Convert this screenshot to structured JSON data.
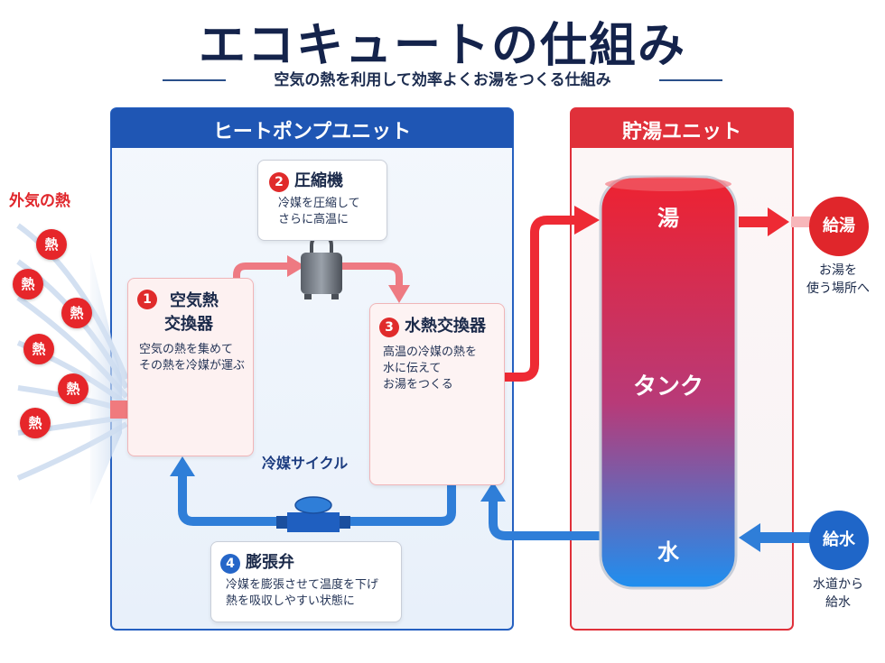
{
  "title": "エコキュートの仕組み",
  "subtitle": "空気の熱を利用して効率よくお湯をつくる仕組み",
  "outside_heat": {
    "label": "外気の熱",
    "badge": "熱"
  },
  "heat_pump": {
    "title": "ヒートポンプユニット",
    "cycle_label": "冷媒サイクル",
    "steps": [
      {
        "num": "1",
        "title_line1": "空気熱",
        "title_line2": "交換器",
        "desc_line1": "空気の熱を集めて",
        "desc_line2": "その熱を冷媒が運ぶ"
      },
      {
        "num": "2",
        "title": "圧縮機",
        "desc_line1": "冷媒を圧縮して",
        "desc_line2": "さらに高温に"
      },
      {
        "num": "3",
        "title": "水熱交換器",
        "desc_line1": "高温の冷媒の熱を",
        "desc_line2": "水に伝えて",
        "desc_line3": "お湯をつくる"
      },
      {
        "num": "4",
        "title": "膨張弁",
        "desc_line1": "冷媒を膨張させて温度を下げ",
        "desc_line2": "熱を吸収しやすい状態に"
      }
    ]
  },
  "storage": {
    "title": "貯湯ユニット",
    "tank_top": "湯",
    "tank_middle": "タンク",
    "tank_bottom": "水",
    "supply_hot": {
      "label": "給湯",
      "desc_line1": "お湯を",
      "desc_line2": "使う場所へ"
    },
    "supply_water": {
      "label": "給水",
      "desc_line1": "水道から",
      "desc_line2": "給水"
    }
  },
  "colors": {
    "navy": "#14234b",
    "heat_pump_header": "#1f56b4",
    "storage_header": "#e0303a",
    "hot": "#e6262a",
    "cold": "#2a73d8"
  }
}
